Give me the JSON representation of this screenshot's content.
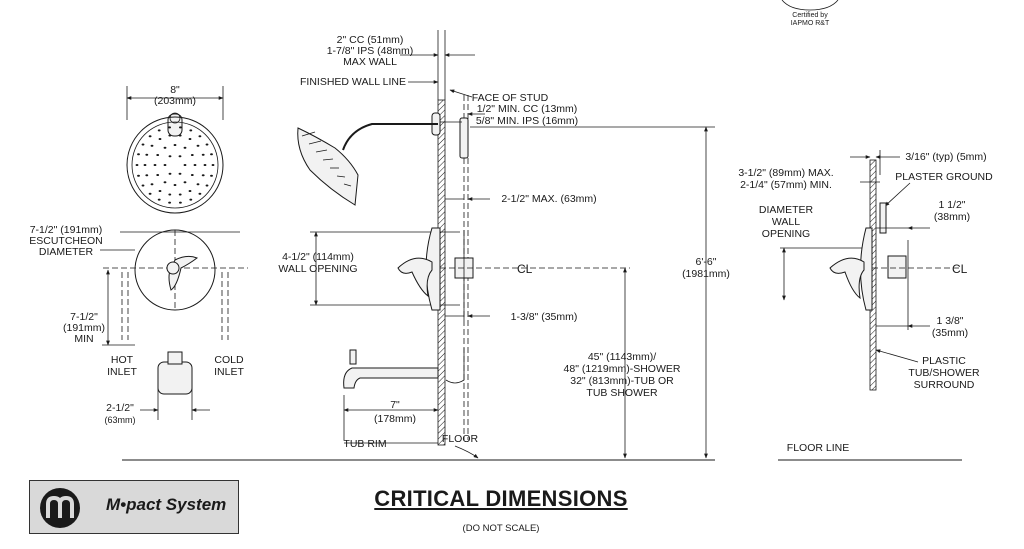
{
  "title": "CRITICAL DIMENSIONS",
  "subtitle": "(DO NOT SCALE)",
  "logo": {
    "text": "M•pact System",
    "icon": "m-logo-icon"
  },
  "certification": {
    "line1": "Certified by",
    "line2": "IAPMO R&T"
  },
  "showerhead": {
    "width_in": "8\"",
    "width_mm": "(203mm)"
  },
  "escutcheon": {
    "diameter_in": "7-1/2\" (191mm)",
    "diameter_l2": "ESCUTCHEON",
    "diameter_l3": "DIAMETER",
    "min_in": "7-1/2\"",
    "min_mm": "(191mm)",
    "min_word": "MIN",
    "hot_l1": "HOT",
    "hot_l2": "INLET",
    "cold_l1": "COLD",
    "cold_l2": "INLET",
    "inlet_in": "2-1/2\"",
    "inlet_mm": "(63mm)"
  },
  "side": {
    "cc": "2\" CC (51mm)",
    "ips": "1-7/8\" IPS (48mm)",
    "maxwall": "MAX WALL",
    "finished_wall": "FINISHED WALL LINE",
    "face_stud": "FACE OF STUD",
    "min_cc": "1/2\" MIN. CC (13mm)",
    "min_ips": "5/8\" MIN. IPS (16mm)",
    "max63": "2-1/2\" MAX. (63mm)",
    "wall_open_1": "4-1/2\" (114mm)",
    "wall_open_2": "WALL OPENING",
    "cl": "CL",
    "d35": "1-3/8\" (35mm)",
    "h1": "45\" (1143mm)/",
    "h2": "48\" (1219mm)-SHOWER",
    "h3": "32\" (813mm)-TUB OR",
    "h4": "TUB SHOWER",
    "tall_1": "6'-6\"",
    "tall_2": "(1981mm)",
    "spout_in": "7\"",
    "spout_mm": "(178mm)",
    "tub_rim": "TUB RIM",
    "floor": "FLOOR"
  },
  "detail": {
    "typ": "3/16\" (typ) (5mm)",
    "max": "3-1/2\" (89mm) MAX.",
    "min": "2-1/4\" (57mm) MIN.",
    "plaster": "PLASTER GROUND",
    "dia_1": "DIAMETER",
    "dia_2": "WALL",
    "dia_3": "OPENING",
    "r1_in": "1 1/2\"",
    "r1_mm": "(38mm)",
    "cl": "CL",
    "r2_in": "1 3/8\"",
    "r2_mm": "(35mm)",
    "plastic_1": "PLASTIC",
    "plastic_2": "TUB/SHOWER",
    "plastic_3": "SURROUND",
    "floor_line": "FLOOR LINE"
  }
}
